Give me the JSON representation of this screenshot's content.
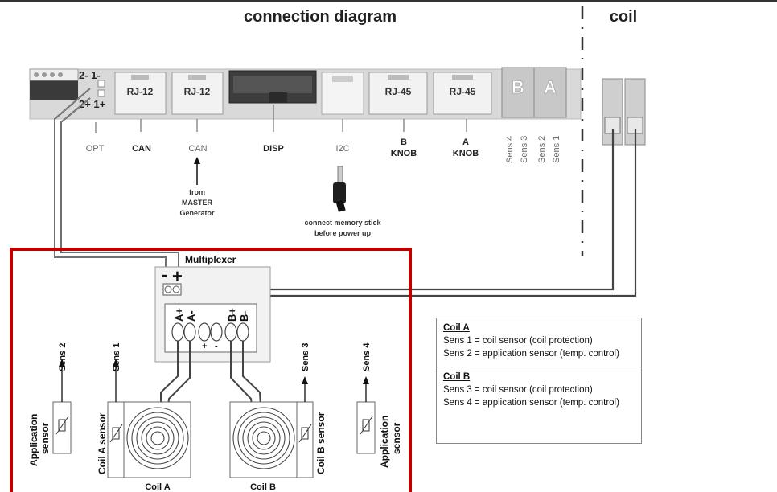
{
  "header": {
    "title": "connection diagram",
    "coil_title": "coil"
  },
  "board": {
    "opt_pins_top": "2- 1-",
    "opt_pins_bottom": "2+ 1+",
    "connectors": [
      "RJ-12",
      "RJ-12",
      "RJ-45",
      "RJ-45"
    ],
    "sensor_slots": [
      "B",
      "A"
    ],
    "sensor_labels": [
      "Sens 4",
      "Sens 3",
      "Sens 2",
      "Sens 1"
    ],
    "port_labels": {
      "opt": "OPT",
      "can1": "CAN",
      "can2": "CAN",
      "disp": "DISP",
      "i2c": "I2C",
      "knob_b_letter": "B",
      "knob_b": "KNOB",
      "knob_a_letter": "A",
      "knob_a": "KNOB"
    },
    "notes": {
      "master_line1": "from",
      "master_line2": "MASTER",
      "master_line3": "Generator",
      "memory_line1": "connect memory stick",
      "memory_line2": "before power up"
    }
  },
  "multiplexer": {
    "title": "Multiplexer",
    "minus": "-",
    "plus": "+",
    "terminals": [
      "A+",
      "A-",
      "B+",
      "B-"
    ],
    "small_plus": "+",
    "small_minus": "-"
  },
  "sensors": {
    "sens2": "Sens 2",
    "sens1": "Sens 1",
    "sens3": "Sens 3",
    "sens4": "Sens 4",
    "app_left_1": "Application",
    "app_left_2": "sensor",
    "coil_a_sensor": "Coil A sensor",
    "coil_b_sensor": "Coil B sensor",
    "app_right_1": "Application",
    "app_right_2": "sensor"
  },
  "coils": {
    "coil_a": "Coil A",
    "coil_b": "Coil B"
  },
  "legend": {
    "coil_a": {
      "heading": "Coil A",
      "line1": "Sens 1 = coil sensor (coil protection)",
      "line2": "Sens 2 = application sensor (temp. control)"
    },
    "coil_b": {
      "heading": "Coil B",
      "line1": "Sens 3 = coil sensor (coil protection)",
      "line2": "Sens 4 = application sensor (temp. control)"
    }
  },
  "colors": {
    "frame_red": "#c00000",
    "board_gray": "#d9d9d9",
    "wire": "#555555"
  }
}
